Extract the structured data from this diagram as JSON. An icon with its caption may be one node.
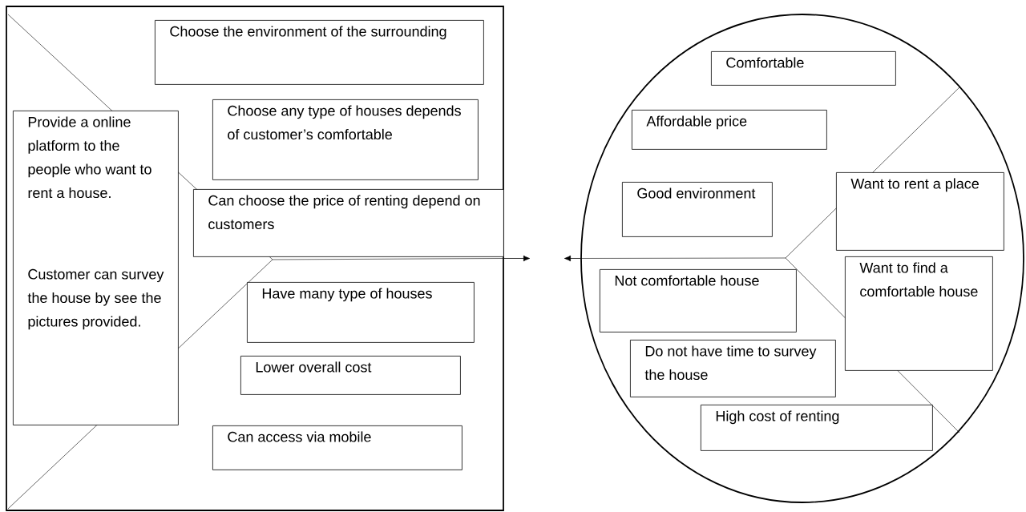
{
  "diagram": {
    "nodes": [
      {
        "text": [],
        "shape": "box"
      },
      {
        "text": [
          "Choose the environment of the surrounding"
        ],
        "in": 0
      },
      {
        "text": [
          "Choose any type of houses depends of customer’s comfortable"
        ],
        "in": 0
      },
      {
        "text": [
          "Provide a online platform to the people who want to rent a house.",
          "Customer can survey the house by see the pictures provided."
        ],
        "in": 0
      },
      {
        "text": [
          "Can choose the price of renting depend on customers"
        ],
        "in": 0
      },
      {
        "text": [
          "Have many type of houses"
        ],
        "in": 0
      },
      {
        "text": [
          "Lower overall cost"
        ],
        "in": 0
      },
      {
        "text": [
          "Can access via mobile"
        ],
        "in": 0
      },
      {
        "text": [],
        "shape": "circle"
      },
      {
        "text": [
          "Comfortable"
        ],
        "in": 8
      },
      {
        "text": [
          "Affordable price"
        ],
        "in": 8
      },
      {
        "text": [
          "Good environment"
        ],
        "in": 8
      },
      {
        "text": [
          "Want to rent a place"
        ],
        "in": 8
      },
      {
        "text": [
          "Not comfortable house"
        ],
        "in": 8
      },
      {
        "text": [
          "Want to find a comfortable house"
        ],
        "in": 8
      },
      {
        "text": [
          "Do not have time to survey the house"
        ],
        "in": 8
      },
      {
        "text": [
          "High cost of renting"
        ],
        "in": 8
      }
    ],
    "edges": [
      {
        "from": 0,
        "to": null,
        "arrow": "to"
      },
      {
        "from": 8,
        "to": null,
        "arrow": "to"
      }
    ]
  }
}
